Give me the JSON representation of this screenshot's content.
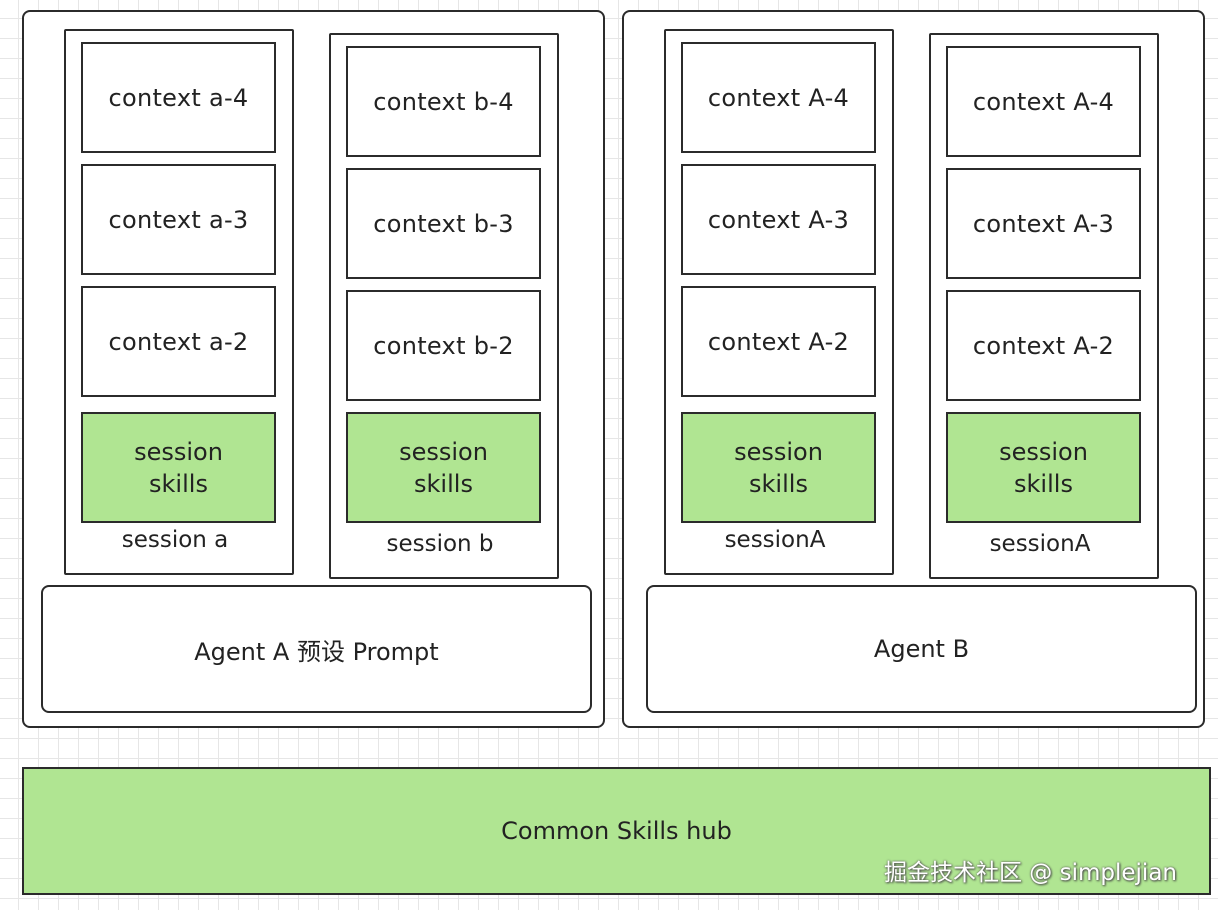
{
  "agents": [
    {
      "prompt_label": "Agent A 预设 Prompt",
      "sessions": [
        {
          "contexts": [
            "context a-4",
            "context a-3",
            "context a-2"
          ],
          "skills_line1": "session",
          "skills_line2": "skills",
          "label": "session a"
        },
        {
          "contexts": [
            "context b-4",
            "context b-3",
            "context b-2"
          ],
          "skills_line1": "session",
          "skills_line2": "skills",
          "label": "session b"
        }
      ]
    },
    {
      "prompt_label": "Agent B",
      "sessions": [
        {
          "contexts": [
            "context A-4",
            "context A-3",
            "context A-2"
          ],
          "skills_line1": "session",
          "skills_line2": "skills",
          "label": "sessionA"
        },
        {
          "contexts": [
            "context A-4",
            "context A-3",
            "context A-2"
          ],
          "skills_line1": "session",
          "skills_line2": "skills",
          "label": "sessionA"
        }
      ]
    }
  ],
  "hub": {
    "label": "Common Skills hub"
  },
  "watermark": "掘金技术社区 @ simplejian",
  "colors": {
    "skills_fill": "#b0e592",
    "stroke": "#2b2b2b",
    "grid": "#e6e6e6"
  }
}
